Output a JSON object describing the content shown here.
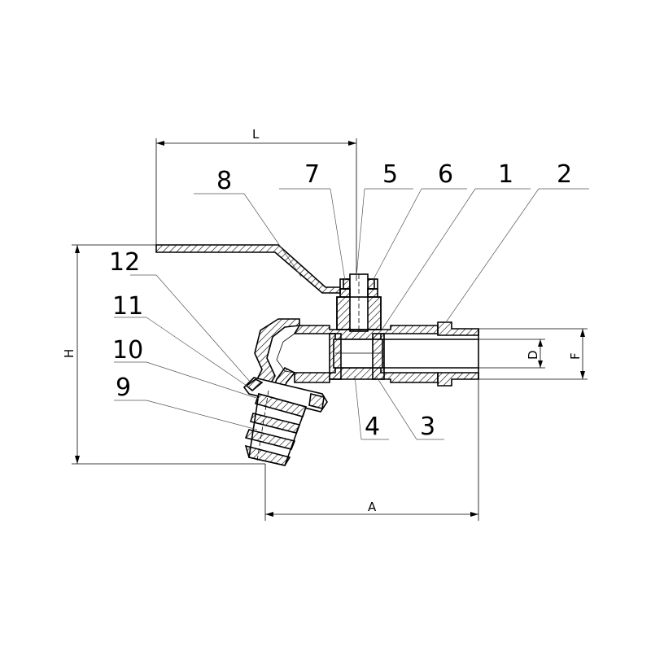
{
  "dimensions": {
    "L": "L",
    "H": "H",
    "A": "A",
    "D": "D",
    "F": "F"
  },
  "parts": [
    {
      "id": "p8",
      "label": "8"
    },
    {
      "id": "p7",
      "label": "7"
    },
    {
      "id": "p5",
      "label": "5"
    },
    {
      "id": "p6",
      "label": "6"
    },
    {
      "id": "p1",
      "label": "1"
    },
    {
      "id": "p2",
      "label": "2"
    },
    {
      "id": "p12",
      "label": "12"
    },
    {
      "id": "p11",
      "label": "11"
    },
    {
      "id": "p10",
      "label": "10"
    },
    {
      "id": "p9",
      "label": "9"
    },
    {
      "id": "p4",
      "label": "4"
    },
    {
      "id": "p3",
      "label": "3"
    }
  ]
}
